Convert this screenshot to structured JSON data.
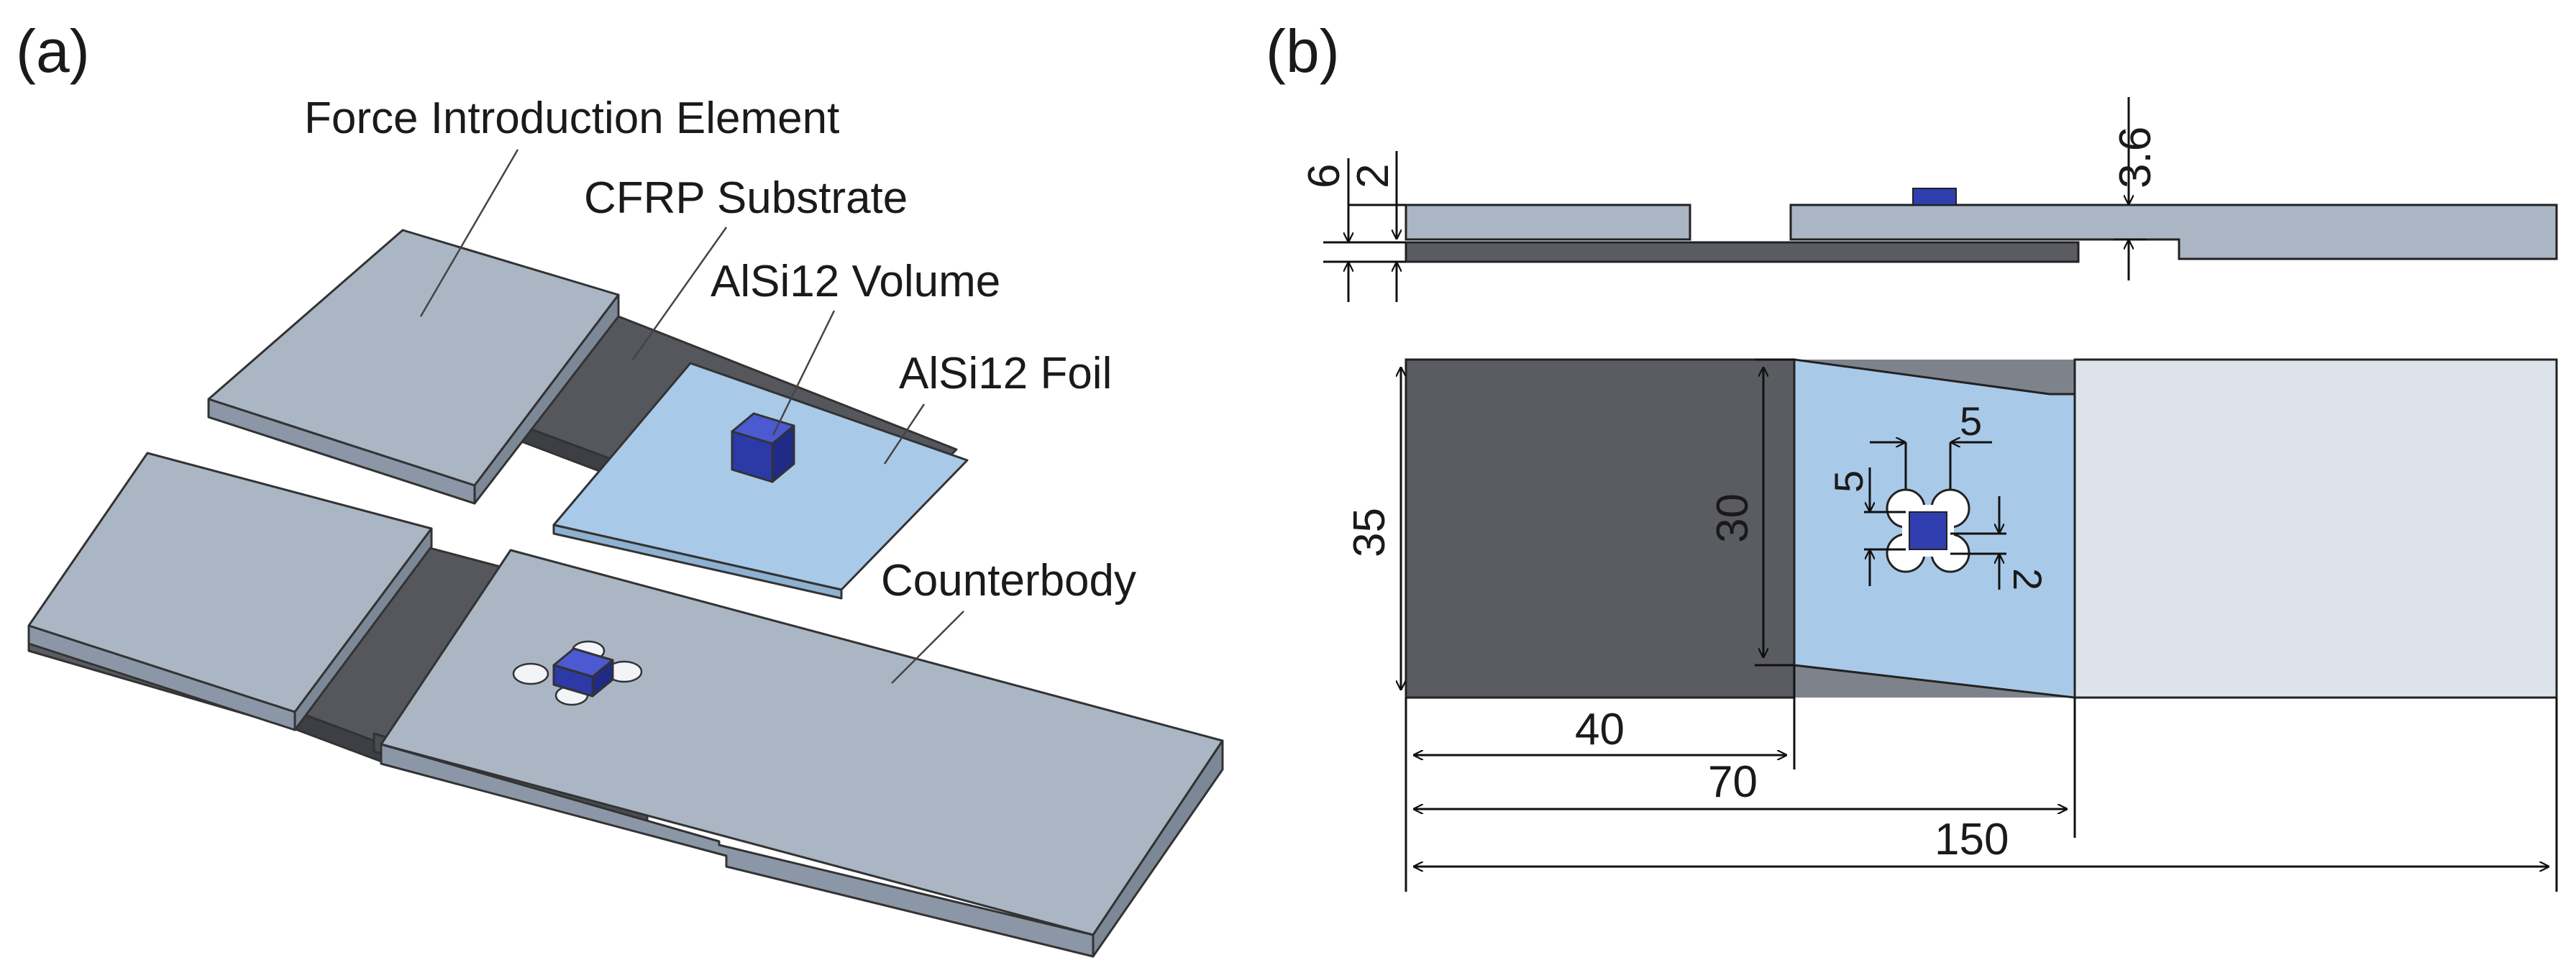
{
  "panels": {
    "a": {
      "label": "(a)",
      "callouts": {
        "force_introduction_element": "Force Introduction Element",
        "cfrp_substrate": "CFRP Substrate",
        "alsi12_volume": "AlSi12 Volume",
        "alsi12_foil": "AlSi12 Foil",
        "counterbody": "Counterbody"
      }
    },
    "b": {
      "label": "(b)",
      "side_view_dimensions": {
        "d6": "6",
        "d2": "2",
        "d3_6": "3.6"
      },
      "top_view_dimensions": {
        "d35": "35",
        "d30": "30",
        "d5_left": "5",
        "d5_right": "5",
        "d2": "2",
        "d40": "40",
        "d70": "70",
        "d150": "150"
      }
    }
  },
  "colors": {
    "metal_top": "#aab6c4",
    "metal_side": "#8b97a6",
    "cfrp": "#5a5c62",
    "foil": "#a9c9e8",
    "volume": "#2f3fb0",
    "counterbody_light": "#dde3ea"
  }
}
